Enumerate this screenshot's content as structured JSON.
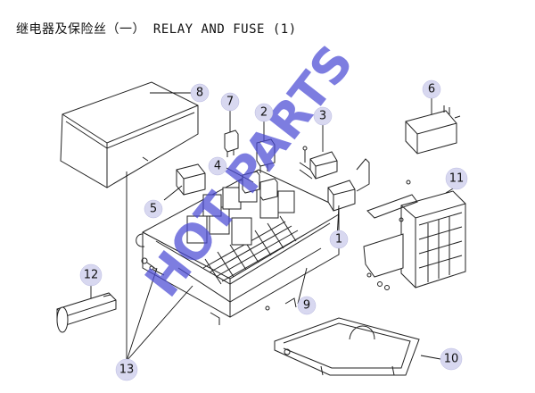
{
  "title": "继电器及保险丝（一）  RELAY AND FUSE (1)",
  "watermark": "HOT PARTS",
  "callouts": [
    "1",
    "2",
    "3",
    "4",
    "5",
    "6",
    "7",
    "8",
    "9",
    "10",
    "11",
    "12",
    "13"
  ],
  "colors": {
    "callout_fill": "#d8d8f0",
    "watermark": "#4b4bd4",
    "line": "#222222"
  }
}
